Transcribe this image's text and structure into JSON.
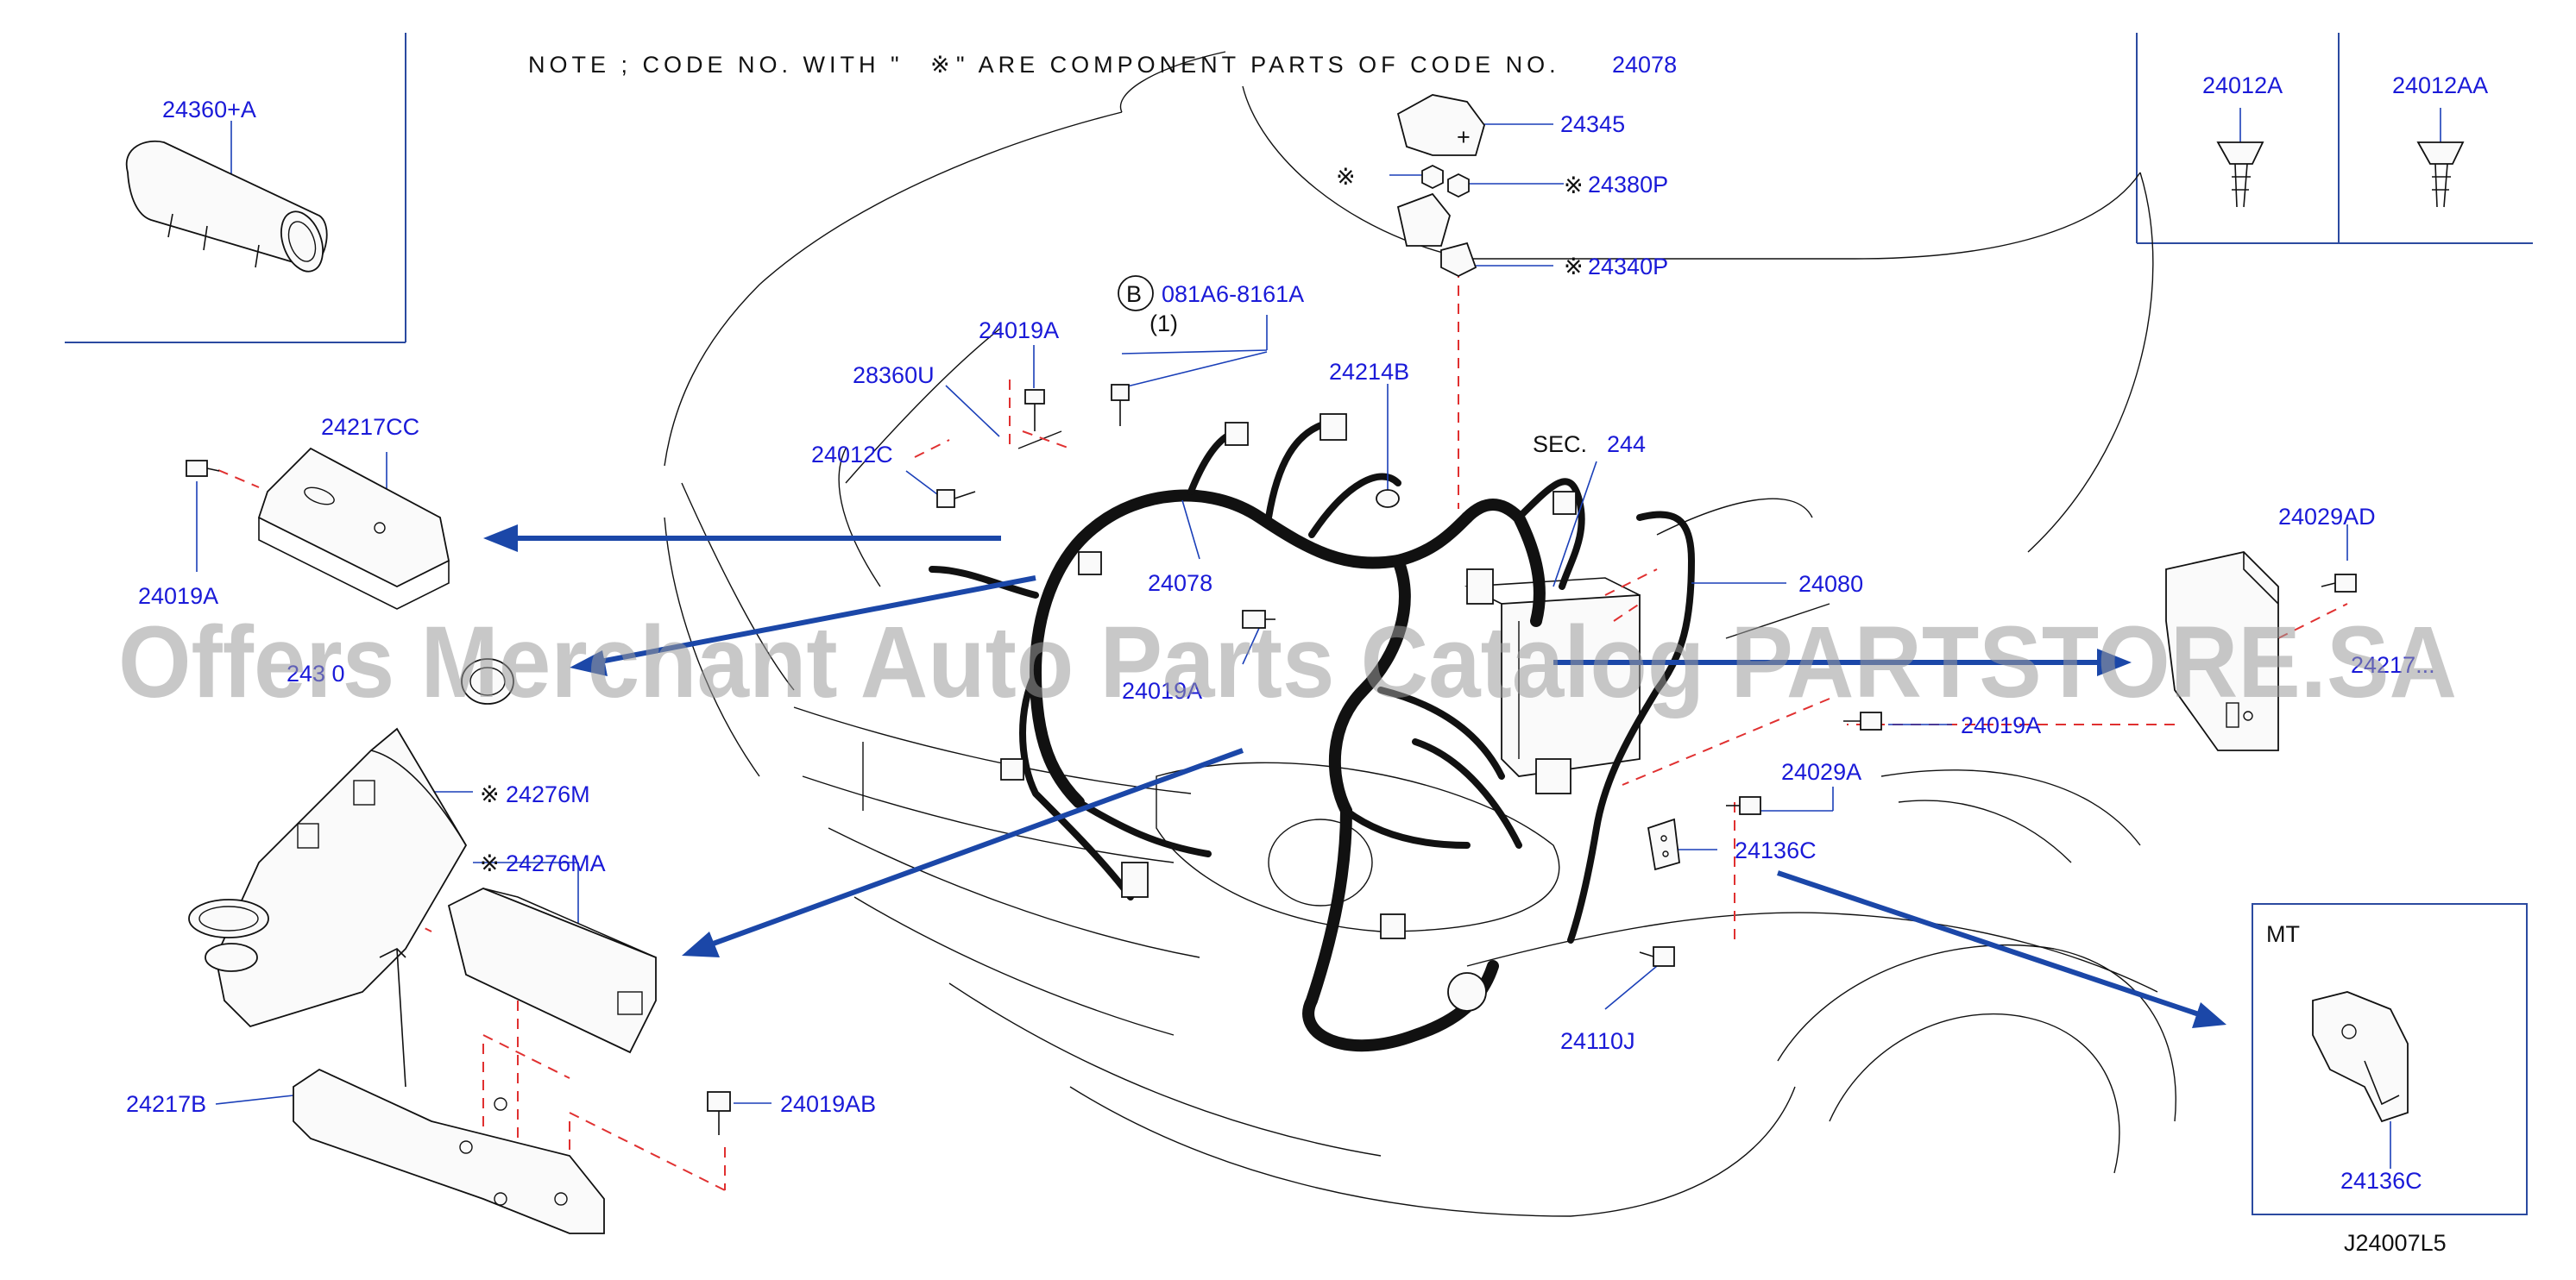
{
  "note": {
    "text_prefix": "NOTE  ;  CODE  NO.  WITH  \"",
    "symbol": "※",
    "text_suffix": "\"  ARE  COMPONENT  PARTS  OF  CODE  NO.",
    "code": "24078"
  },
  "diagram_id": "J24007L5",
  "watermark": "Offers Merchant Auto Parts Catalog PARTSTORE.SA",
  "component_mark": "※",
  "sec_ref": {
    "label": "SEC.",
    "number": "244"
  },
  "bolt_callout": {
    "circle_letter": "B",
    "code": "081A6-8161A",
    "qty": "(1)"
  },
  "part_labels": {
    "p24360A": "24360+A",
    "p24345": "24345",
    "p24380P": "24380P",
    "p24340P": "24340P",
    "p24012A": "24012A",
    "p24012AA": "24012AA",
    "p24019A_top": "24019A",
    "p28360U": "28360U",
    "p24012C": "24012C",
    "p24217CC": "24217CC",
    "p24019A_left": "24019A",
    "p24214B": "24214B",
    "p24078": "24078",
    "p24080": "24080",
    "p24029AD": "24029AD",
    "p24019A_mid": "24019A",
    "p24217_right": "24217...",
    "p24019A_right": "24019A",
    "p24029A": "24029A",
    "p24136C": "24136C",
    "p24276M": "24276M",
    "p24276MA": "24276MA",
    "p24217B": "24217B",
    "p24019AB": "24019AB",
    "p24110J": "24110J",
    "p243_0": "243  0",
    "p24136C_mt": "24136C"
  },
  "mt_box": {
    "label": "MT"
  },
  "colors": {
    "label_blue": "#1a1ad8",
    "arrow_blue": "#1b47a8",
    "dash_red": "#e03030",
    "frame_blue": "#2b4aa0"
  }
}
